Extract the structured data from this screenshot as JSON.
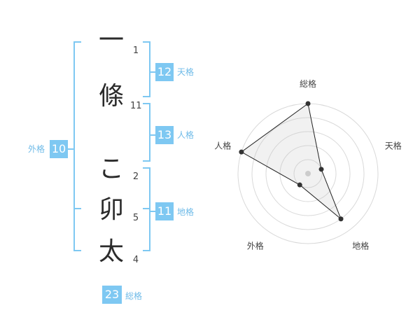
{
  "name": {
    "chars": [
      "一",
      "條",
      "こ",
      "卯",
      "太"
    ],
    "strokes": [
      "1",
      "11",
      "2",
      "5",
      "4"
    ]
  },
  "kakusu": {
    "tenkaku": {
      "label": "天格",
      "value": "12"
    },
    "jinkaku": {
      "label": "人格",
      "value": "13"
    },
    "chikaku": {
      "label": "地格",
      "value": "11"
    },
    "gaikaku": {
      "label": "外格",
      "value": "10"
    },
    "soukaku": {
      "label": "総格",
      "value": "23"
    }
  },
  "colors": {
    "accent": "#7ec8f2",
    "accent_text": "#6fbbe8",
    "bracket": "#7ec8f2"
  },
  "chart_data": {
    "type": "radar",
    "axes": [
      "総格",
      "天格",
      "地格",
      "外格",
      "人格"
    ],
    "levels": 5,
    "values": [
      5,
      1,
      4,
      1,
      5
    ],
    "max": 5,
    "grid": true
  }
}
